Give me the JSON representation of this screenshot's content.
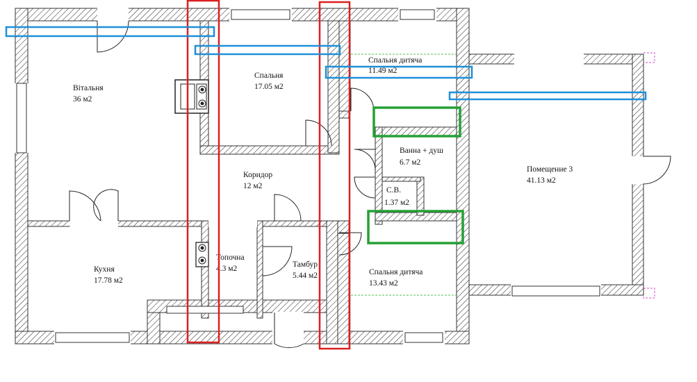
{
  "rooms": [
    {
      "id": "vitalnya",
      "name": "Вітальня",
      "area": "36 м2"
    },
    {
      "id": "spalnya",
      "name": "Спальня",
      "area": "17.05 м2"
    },
    {
      "id": "spalnya-dytyacha-1",
      "name": "Спальня дитяча",
      "area": "11.49 м2"
    },
    {
      "id": "vanna",
      "name": "Ванна + душ",
      "area": "6.7 м2"
    },
    {
      "id": "koridor",
      "name": "Коридор",
      "area": "12 м2"
    },
    {
      "id": "sv",
      "name": "С.В.",
      "area": "1.37 м2"
    },
    {
      "id": "pomeshchenie-3",
      "name": "Помещение 3",
      "area": "41.13 м2"
    },
    {
      "id": "kukhnya",
      "name": "Кухня",
      "area": "17.78 м2"
    },
    {
      "id": "topochna",
      "name": "Топочна",
      "area": "4.3 м2"
    },
    {
      "id": "tambur",
      "name": "Тамбур",
      "area": "5.44 м2"
    },
    {
      "id": "spalnya-dytyacha-2",
      "name": "Спальня дитяча",
      "area": "13.43 м2"
    }
  ],
  "colors": {
    "wall_hatch": "#333333",
    "red_marker": "#dd1f1f",
    "blue_marker": "#1e90d8",
    "green_marker": "#25a035",
    "dashed_green": "#4fbf4f",
    "dashed_magenta": "#d34cd3"
  },
  "markers": {
    "red": 2,
    "blue": 4,
    "green": 2
  }
}
